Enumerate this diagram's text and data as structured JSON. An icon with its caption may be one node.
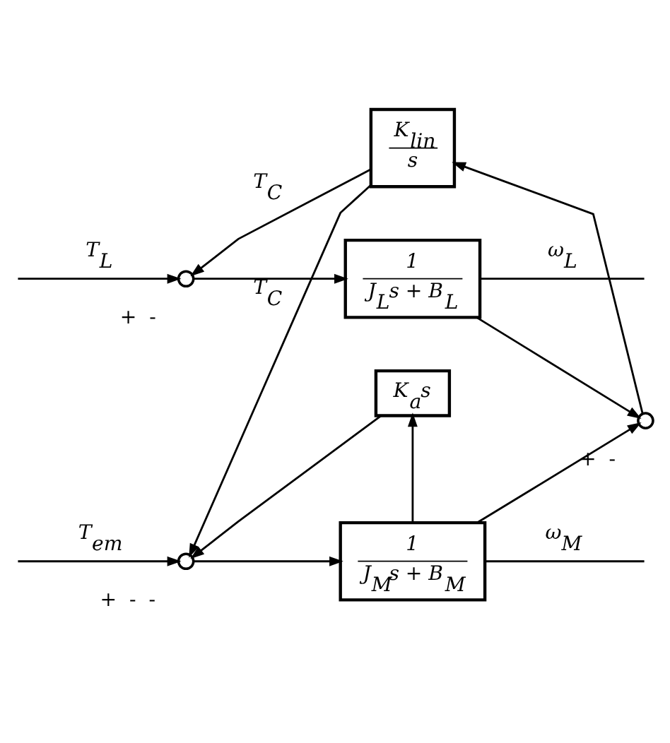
{
  "diagram": {
    "nodes": [
      {
        "text": [
          "K$_{a}$s"
        ]
      },
      {
        "text": [],
        "shape": "circle",
        "beside": [
          "+",
          "-",
          "-"
        ]
      },
      {
        "text": [
          "1",
          "J$_{M}$s + B$_{M}$"
        ]
      },
      {
        "text": [
          "K$_{lin}$",
          "s"
        ]
      },
      {
        "text": [],
        "shape": "circle",
        "beside": [
          "+",
          "-"
        ]
      },
      {
        "text": [],
        "shape": "circle",
        "beside": [
          "+",
          "-"
        ]
      },
      {
        "text": [
          "1",
          "J$_{L}$s + B$_{L}$"
        ]
      }
    ],
    "edges": [
      {
        "from": null,
        "to": 1,
        "arrow": "to",
        "label": "T$_{em}$"
      },
      {
        "from": 1,
        "to": 2,
        "arrow": "to"
      },
      {
        "from": 2,
        "to": null,
        "arrow": "none",
        "label": "ω$_{M}$"
      },
      {
        "from": 2,
        "to": 0,
        "arrow": "to"
      },
      {
        "from": 0,
        "to": 1,
        "arrow": "to"
      },
      {
        "from": 2,
        "to": 4,
        "arrow": "to"
      },
      {
        "from": 6,
        "to": 4,
        "arrow": "to"
      },
      {
        "from": 4,
        "to": 3,
        "arrow": "to"
      },
      {
        "from": 3,
        "to": 1,
        "arrow": "to",
        "label": "T$_{C}$"
      },
      {
        "from": 3,
        "to": 5,
        "arrow": "to",
        "label": "T$_{C}$"
      },
      {
        "from": null,
        "to": 5,
        "arrow": "to",
        "label": "T$_{L}$"
      },
      {
        "from": 5,
        "to": 6,
        "arrow": "to"
      },
      {
        "from": 6,
        "to": null,
        "arrow": "none",
        "label": "ω$_{L}$"
      }
    ]
  }
}
